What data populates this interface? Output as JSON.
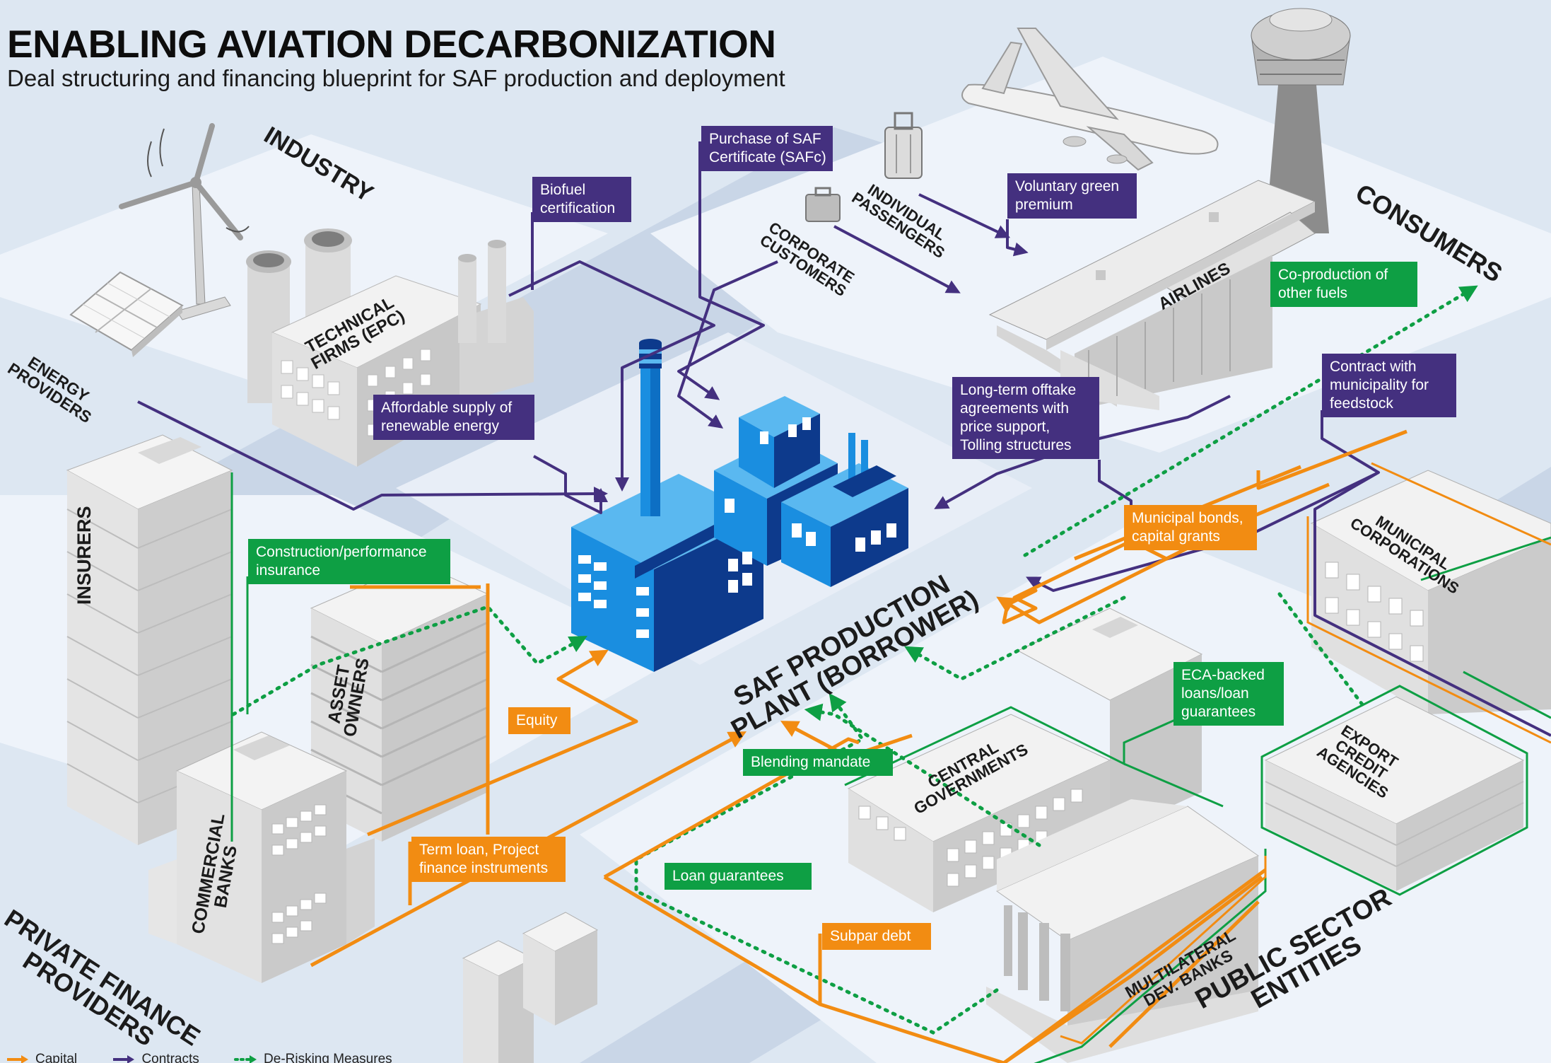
{
  "header": {
    "title": "ENABLING AVIATION DECARBONIZATION",
    "subtitle": "Deal structuring and financing blueprint for SAF production and deployment"
  },
  "sectors": {
    "industry": "INDUSTRY",
    "consumers": "CONSUMERS",
    "private_finance": "PRIVATE FINANCE\nPROVIDERS",
    "public_sector": "PUBLIC SECTOR\nENTITIES"
  },
  "actors": {
    "energy_providers": "ENERGY\nPROVIDERS",
    "technical_firms": "TECHNICAL\nFIRMS (EPC)",
    "individual_passengers": "INDIVIDUAL\nPASSENGERS",
    "corporate_customers": "CORPORATE\nCUSTOMERS",
    "airlines": "AIRLINES",
    "saf_plant": "SAF PRODUCTION\nPLANT (BORROWER)",
    "insurers": "INSURERS",
    "asset_owners": "ASSET\nOWNERS",
    "commercial_banks": "COMMERCIAL\nBANKS",
    "municipal_corporations": "MUNICIPAL\nCORPORATIONS",
    "central_governments": "CENTRAL\nGOVERNMENTS",
    "export_credit_agencies": "EXPORT\nCREDIT\nAGENCIES",
    "multilateral_dev_banks": "MULTILATERAL\nDEV. BANKS"
  },
  "flows": {
    "contracts": {
      "biofuel_certification": "Biofuel\ncertification",
      "purchase_safc": "Purchase of SAF\nCertificate (SAFc)",
      "voluntary_green_premium": "Voluntary green\npremium",
      "affordable_supply": "Affordable supply of\nrenewable energy",
      "long_term_offtake": "Long-term offtake\nagreements with\nprice support,\nTolling structures",
      "contract_municipality": "Contract with\nmunicipality for\nfeedstock"
    },
    "derisking": {
      "co_production": "Co-production of\nother fuels",
      "construction_insurance": "Construction/performance\ninsurance",
      "eca_backed": "ECA-backed\nloans/loan\nguarantees",
      "blending_mandate": "Blending mandate",
      "loan_guarantees": "Loan guarantees"
    },
    "capital": {
      "municipal_bonds": "Municipal bonds,\ncapital grants",
      "equity": "Equity",
      "term_loan": "Term loan, Project\nfinance instruments",
      "subpar_debt": "Subpar debt"
    }
  },
  "legend": {
    "capital": "Capital",
    "contracts": "Contracts",
    "derisking": "De-Risking Measures"
  },
  "colors": {
    "background": "#dde7f2",
    "tile": "#eef3fa",
    "road": "#c6d4e5",
    "contracts": "#44307f",
    "derisking": "#0e9f44",
    "capital": "#f28c12",
    "plant_light": "#5ab8f0",
    "plant_mid": "#1a8ee0",
    "plant_dark": "#0d3a8c",
    "building_top": "#f3f3f3",
    "building_left": "#e2e2e2",
    "building_right": "#c9c9c9"
  },
  "icons": [
    "wind-turbine-icon",
    "solar-panel-icon",
    "airplane-icon",
    "control-tower-icon",
    "luggage-icon",
    "briefcase-icon",
    "factory-icon"
  ]
}
